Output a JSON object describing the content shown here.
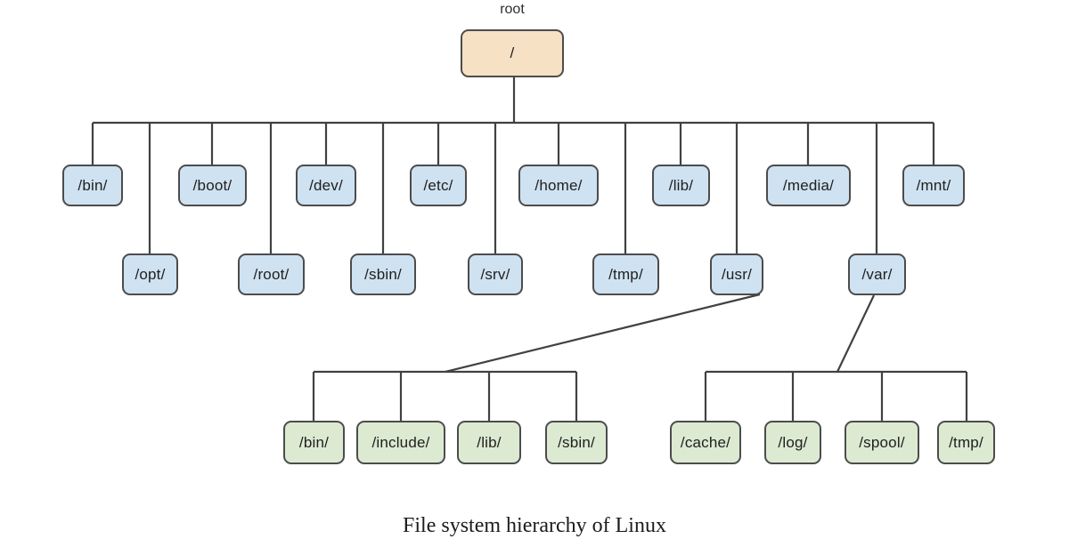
{
  "diagram": {
    "title": "File system hierarchy of Linux",
    "root_label": "root",
    "root_node": "/",
    "level1": [
      "/bin/",
      "/opt/",
      "/boot/",
      "/root/",
      "/dev/",
      "/sbin/",
      "/etc/",
      "/srv/",
      "/home/",
      "/tmp/",
      "/lib/",
      "/usr/",
      "/media/",
      "/var/",
      "/mnt/"
    ],
    "usr_children": [
      "/bin/",
      "/include/",
      "/lib/",
      "/sbin/"
    ],
    "var_children": [
      "/cache/",
      "/log/",
      "/spool/",
      "/tmp/"
    ],
    "colors": {
      "root_fill": "#f6e1c4",
      "level1_fill": "#cfe2f1",
      "level2_fill": "#dcead2",
      "node_border": "#4c4c4c",
      "line": "#414141",
      "background": "#ffffff"
    }
  },
  "caption": "File system hierarchy of Linux"
}
